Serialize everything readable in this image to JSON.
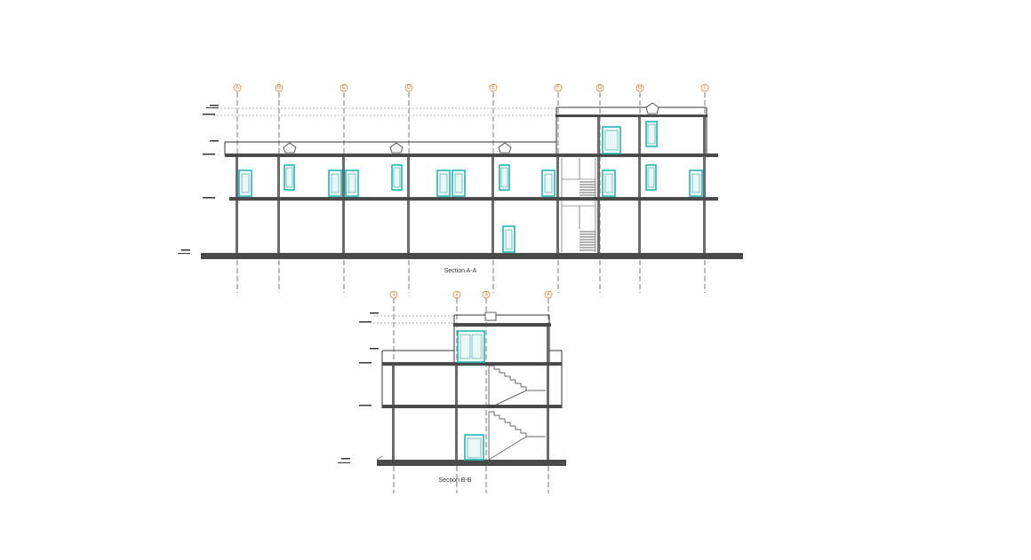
{
  "sections": [
    {
      "id": "A",
      "caption": "Section A-A"
    },
    {
      "id": "B",
      "caption": "Section B-B"
    }
  ],
  "section_a": {
    "grid_labels": [
      "A",
      "B",
      "C",
      "D",
      "E",
      "F",
      "G",
      "H",
      "I"
    ]
  },
  "section_b": {
    "grid_labels": [
      "1",
      "2",
      "3",
      "4"
    ]
  },
  "colors": {
    "window": "#1fb5b5",
    "grid_bubble": "#d08a3a",
    "structure": "#4a4a4a"
  }
}
